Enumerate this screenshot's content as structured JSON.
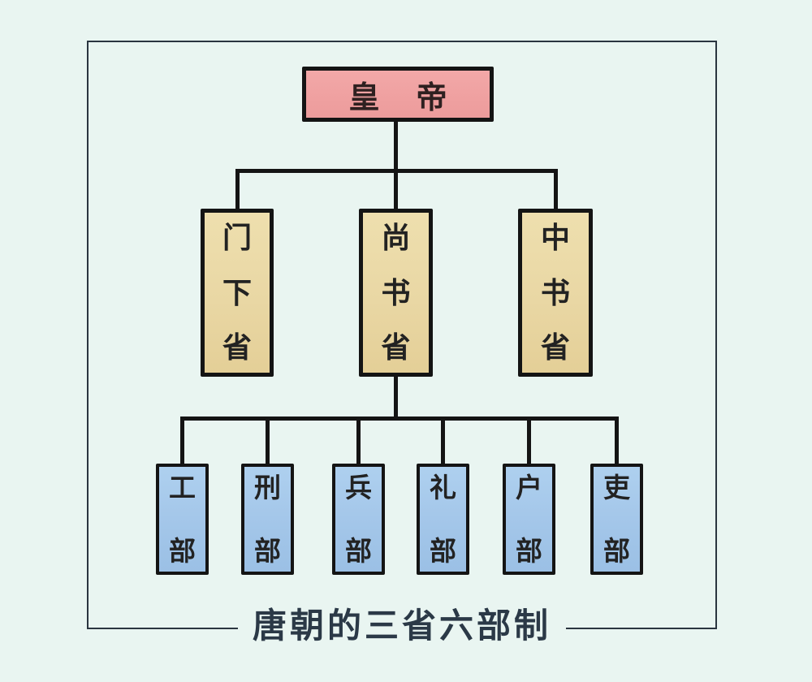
{
  "diagram": {
    "caption": "唐朝的三省六部制",
    "emperor": {
      "label": "皇帝"
    },
    "departments": [
      {
        "label": "门下省"
      },
      {
        "label": "尚书省"
      },
      {
        "label": "中书省"
      }
    ],
    "ministries": [
      {
        "label": "工部"
      },
      {
        "label": "刑部"
      },
      {
        "label": "兵部"
      },
      {
        "label": "礼部"
      },
      {
        "label": "户部"
      },
      {
        "label": "吏部"
      }
    ],
    "colors": {
      "background": "#e9f5f1",
      "frame_border": "#2a3540",
      "connector_line": "#141414",
      "emperor_fill": "#f0a2a2",
      "department_fill": "#e9d7a4",
      "ministry_fill": "#a3c6e9",
      "box_text": "#222222",
      "caption_text": "#2b3947"
    }
  }
}
